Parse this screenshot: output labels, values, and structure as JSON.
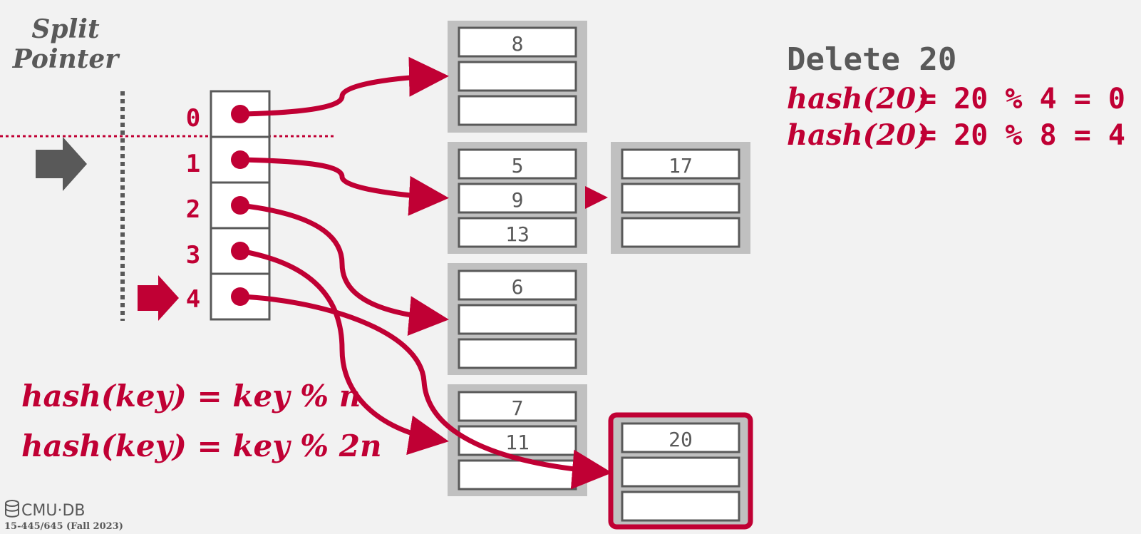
{
  "split_pointer": {
    "line1": "Split",
    "line2": "Pointer"
  },
  "directory": {
    "indices": [
      "0",
      "1",
      "2",
      "3",
      "4"
    ]
  },
  "buckets": [
    {
      "id": "b0",
      "slots": [
        "8",
        "",
        ""
      ]
    },
    {
      "id": "b1",
      "slots": [
        "5",
        "9",
        "13"
      ]
    },
    {
      "id": "b1-overflow",
      "slots": [
        "17",
        "",
        ""
      ]
    },
    {
      "id": "b2",
      "slots": [
        "6",
        "",
        ""
      ]
    },
    {
      "id": "b3",
      "slots": [
        "7",
        "11",
        ""
      ]
    },
    {
      "id": "b4",
      "slots": [
        "20",
        "",
        ""
      ],
      "highlighted": true
    }
  ],
  "operation": {
    "title": "Delete 20",
    "lines": [
      {
        "fn": "hash(20)",
        "rhs": "= 20 % 4 = 0"
      },
      {
        "fn": "hash(20)",
        "rhs": "= 20 % 8 = 4"
      }
    ]
  },
  "formulas": {
    "f1": "hash(key) = key % n",
    "f2": "hash(key) = key % 2n"
  },
  "footer": {
    "logo": "CMU·DB",
    "course": "15-445/645 (Fall 2023)"
  },
  "colors": {
    "accent": "#c00034",
    "gray": "#595959",
    "bucket_bg": "#c0c0c0",
    "background": "#f2f2f2"
  }
}
